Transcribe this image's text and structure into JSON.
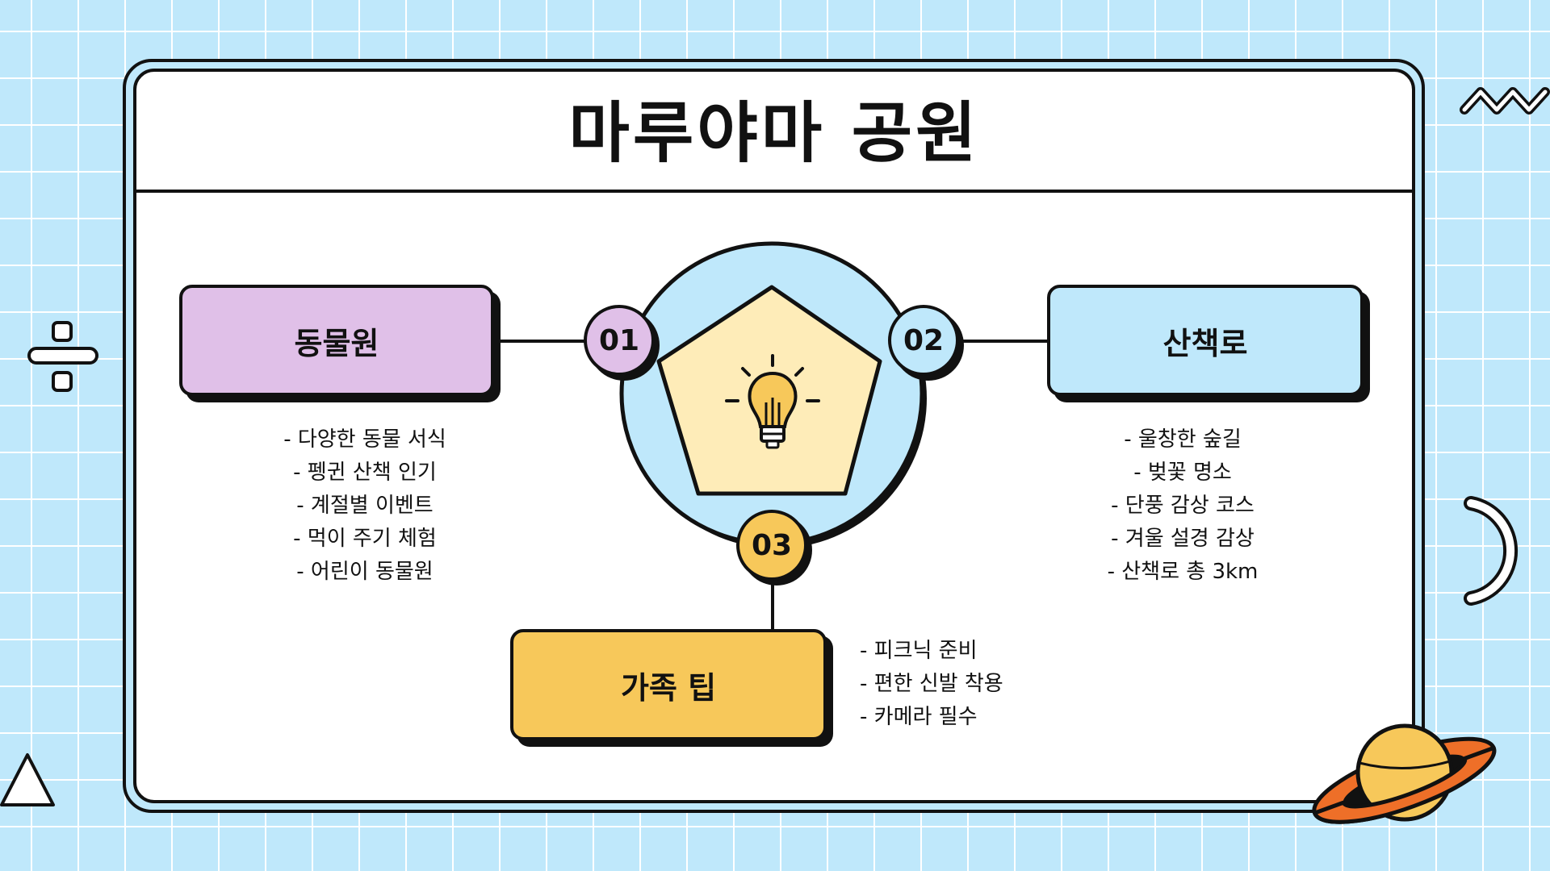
{
  "title": "마루야마 공원",
  "colors": {
    "background": "#bfe8fb",
    "lavender": "#e0c0e8",
    "sky": "#bfe8fb",
    "mustard": "#f7c85a",
    "cream": "#feecb8",
    "orange": "#ee6f28",
    "outline": "#111111"
  },
  "center_icon": "lightbulb-icon",
  "nodes": [
    {
      "number": "01",
      "label": "동물원",
      "items": [
        "- 다양한 동물 서식",
        "- 펭귄 산책 인기",
        "- 계절별 이벤트",
        "- 먹이 주기 체험",
        "- 어린이 동물원"
      ]
    },
    {
      "number": "02",
      "label": "산책로",
      "items": [
        "- 울창한 숲길",
        "- 벚꽃 명소",
        "- 단풍 감상 코스",
        "- 겨울 설경 감상",
        "- 산책로 총 3km"
      ]
    },
    {
      "number": "03",
      "label": "가족 팁",
      "items": [
        "- 피크닉 준비",
        "- 편한 신발 착용",
        "- 카메라 필수"
      ]
    }
  ],
  "decorations": [
    "zigzag-icon",
    "divide-icon",
    "crescent-icon",
    "triangle-icon",
    "planet-icon"
  ]
}
